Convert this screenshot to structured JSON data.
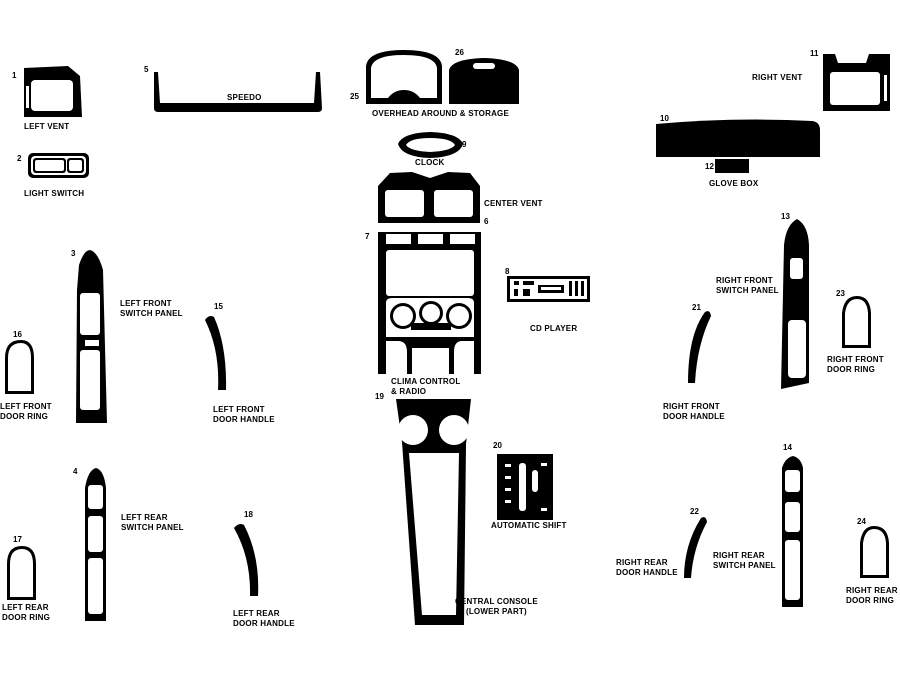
{
  "parts": [
    {
      "num": "1",
      "label": "LEFT VENT"
    },
    {
      "num": "2",
      "label": "LIGHT SWITCH"
    },
    {
      "num": "3",
      "label": "LEFT FRONT\nSWITCH PANEL"
    },
    {
      "num": "4",
      "label": "LEFT REAR\nSWITCH PANEL"
    },
    {
      "num": "5",
      "label": "SPEEDO"
    },
    {
      "num": "6",
      "label": "CENTER VENT"
    },
    {
      "num": "7",
      "label": "CLIMA CONTROL\n& RADIO"
    },
    {
      "num": "8",
      "label": "CD PLAYER"
    },
    {
      "num": "9",
      "label": "CLOCK"
    },
    {
      "num": "10",
      "label": ""
    },
    {
      "num": "11",
      "label": "RIGHT VENT"
    },
    {
      "num": "12",
      "label": "GLOVE BOX"
    },
    {
      "num": "13",
      "label": "RIGHT FRONT\nSWITCH PANEL"
    },
    {
      "num": "14",
      "label": "RIGHT REAR\nSWITCH PANEL"
    },
    {
      "num": "15",
      "label": "LEFT FRONT\nDOOR HANDLE"
    },
    {
      "num": "16",
      "label": "LEFT FRONT\nDOOR RING"
    },
    {
      "num": "17",
      "label": "LEFT REAR\nDOOR RING"
    },
    {
      "num": "18",
      "label": "LEFT REAR\nDOOR HANDLE"
    },
    {
      "num": "19",
      "label": "CENTRAL CONSOLE\n(LOWER PART)"
    },
    {
      "num": "20",
      "label": "AUTOMATIC SHIFT"
    },
    {
      "num": "21",
      "label": "RIGHT FRONT\nDOOR HANDLE"
    },
    {
      "num": "22",
      "label": "RIGHT REAR\nDOOR HANDLE"
    },
    {
      "num": "23",
      "label": "RIGHT FRONT\nDOOR RING"
    },
    {
      "num": "24",
      "label": "RIGHT REAR\nDOOR RING"
    },
    {
      "num": "25",
      "label": ""
    },
    {
      "num": "26",
      "label": ""
    }
  ],
  "overhead_label": "OVERHEAD AROUND & STORAGE"
}
